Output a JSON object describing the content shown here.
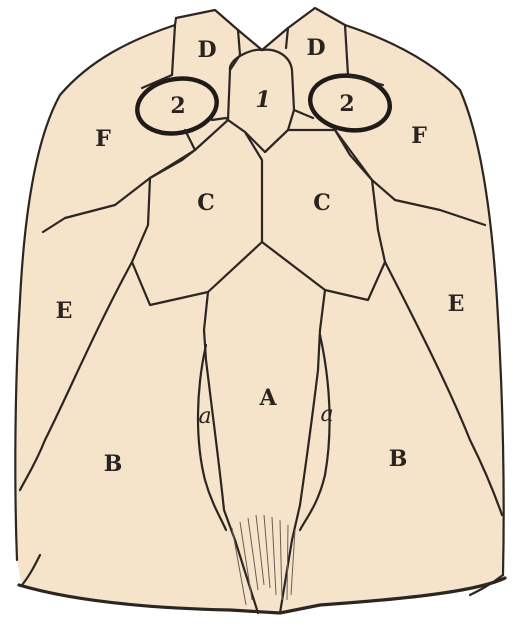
{
  "figure": {
    "fill_color": "#f5e3ca",
    "line_color": "#2b2622",
    "labels": {
      "D_left": "D",
      "D_right": "D",
      "num1": "1",
      "num2_left": "2",
      "num2_right": "2",
      "F_left": "F",
      "F_right": "F",
      "C_left": "C",
      "C_right": "C",
      "E_left": "E",
      "E_right": "E",
      "A": "A",
      "a_left": "a",
      "a_right": "a",
      "B_left": "B",
      "B_right": "B"
    }
  }
}
